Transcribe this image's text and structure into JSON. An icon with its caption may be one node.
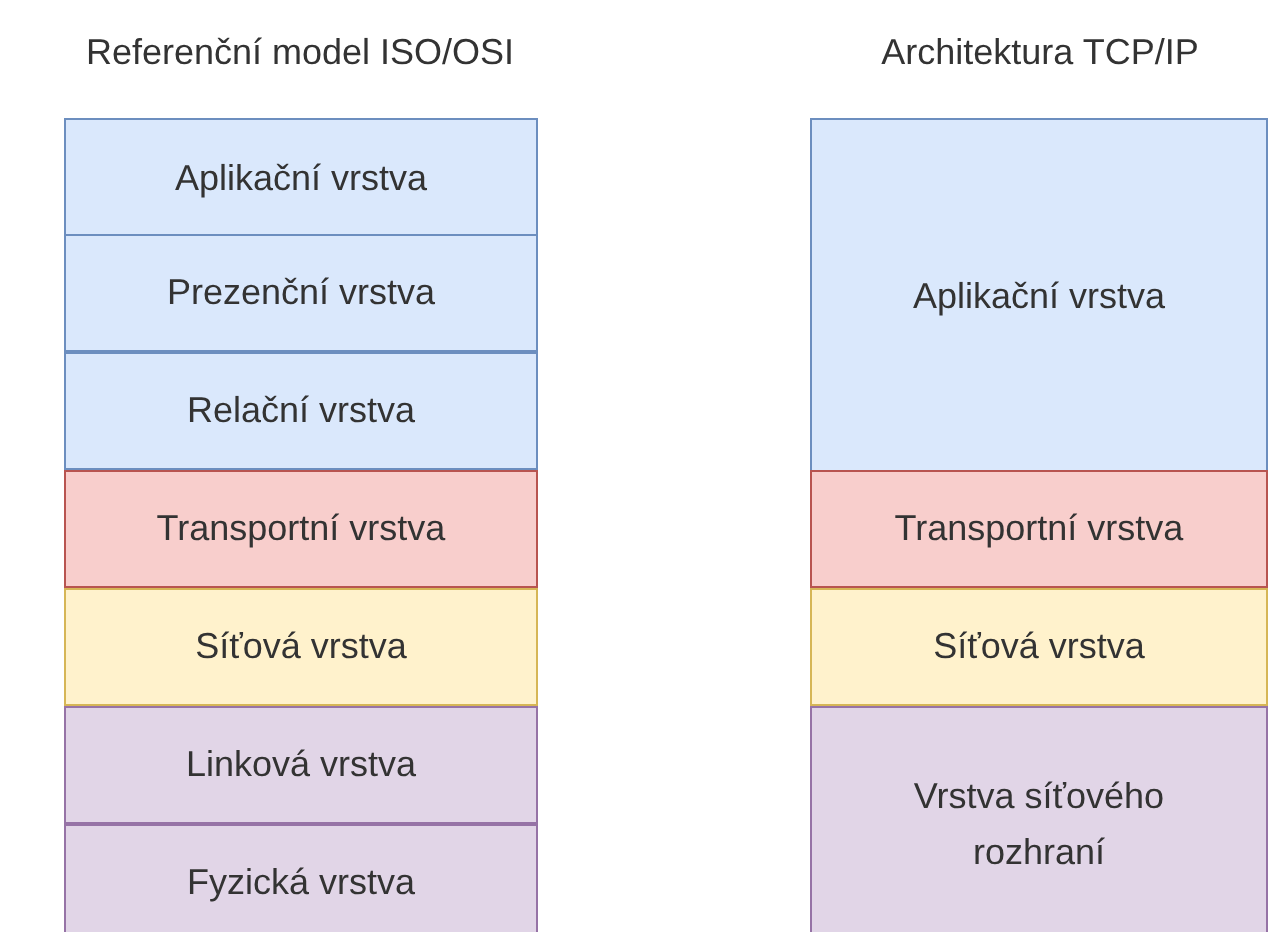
{
  "diagram": {
    "nodes": [
      {
        "text": [
          "Aplikační vrstva"
        ]
      },
      {
        "text": [
          "Prezenční vrstva"
        ]
      },
      {
        "text": [
          "Relační vrstva"
        ]
      },
      {
        "text": [
          "Transportní vrstva"
        ]
      },
      {
        "text": [
          "Síťová vrstva"
        ]
      },
      {
        "text": [
          "Linková vrstva"
        ]
      },
      {
        "text": [
          "Fyzická vrstva"
        ]
      },
      {
        "text": [
          "Aplikační vrstva"
        ]
      },
      {
        "text": [
          "Transportní vrstva"
        ]
      },
      {
        "text": [
          "Síťová vrstva"
        ]
      },
      {
        "text": [
          "Vrstva síťového rozhraní"
        ]
      }
    ],
    "labels": [
      "Referenční model ISO/OSI",
      "Architektura TCP/IP"
    ]
  }
}
